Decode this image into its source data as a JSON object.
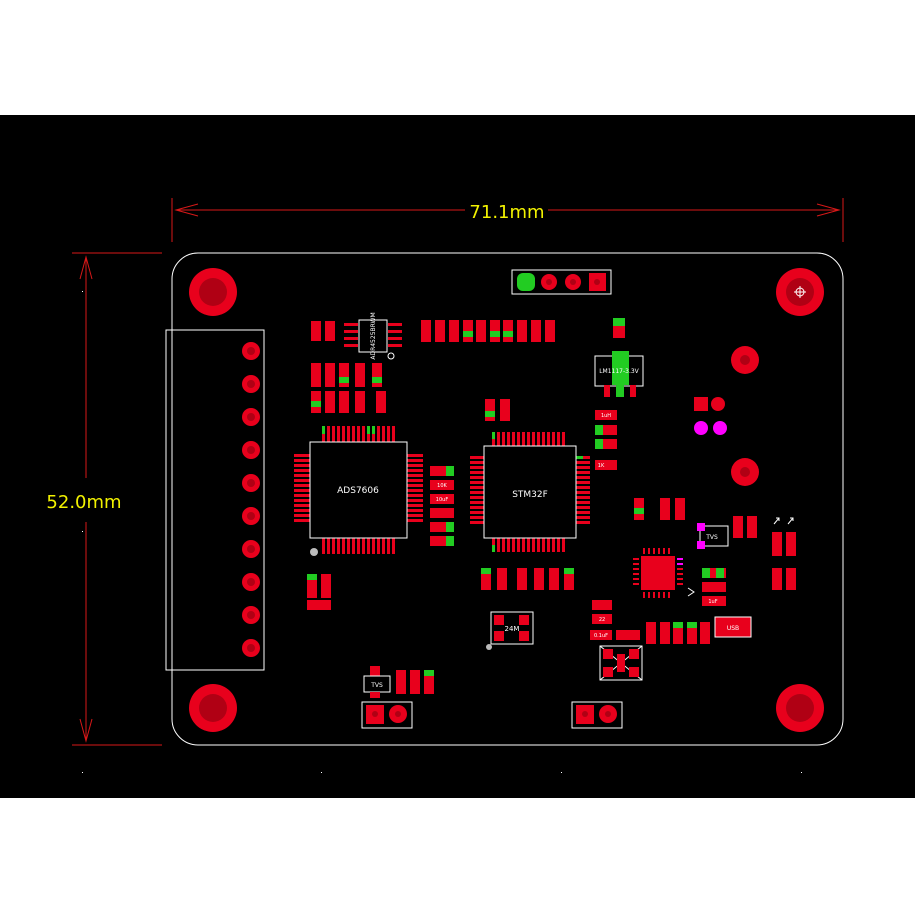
{
  "dimensions": {
    "width_label": "71.1mm",
    "height_label": "52.0mm"
  },
  "components": {
    "adc_chip": "ADS7606",
    "mcu_chip": "STM32F",
    "amp_chip": "ADR4525BRWM",
    "ldo_label": "LM1117-3.3V",
    "crystal_label": "24M",
    "tvs_left": "TVS",
    "tvs_right": "TVS",
    "usb_label": "USB"
  },
  "passive_labels": {
    "res_a": "1K",
    "res_b": "10K",
    "cap_a": "1uF",
    "cap_b": "10uF",
    "cap_c": "22",
    "cap_d": "0.1uF",
    "ind": "1uH"
  },
  "colors": {
    "background": "#000000",
    "copper": "#e8001c",
    "pad_green": "#22cc22",
    "silkscreen": "#ffffff",
    "dimension_line": "#d81818",
    "dimension_text": "#f2f200",
    "magenta": "#ff00ff"
  }
}
